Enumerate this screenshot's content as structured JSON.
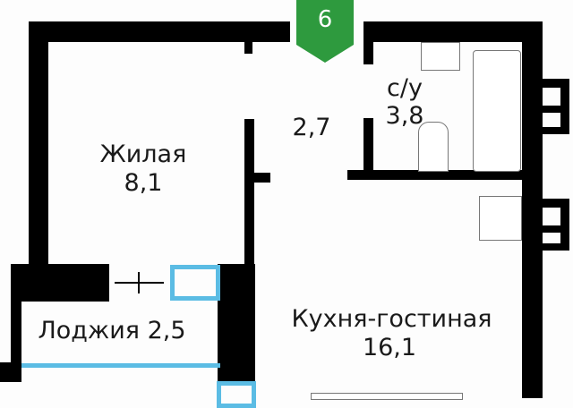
{
  "floor_plan": {
    "section_badge": {
      "label": "6",
      "color": "#2e9a3e"
    },
    "rooms": [
      {
        "id": "living",
        "name": "Жилая",
        "area": "8,1"
      },
      {
        "id": "hall",
        "name": "",
        "area": "2,7"
      },
      {
        "id": "bathroom",
        "name": "с/у",
        "area": "3,8"
      },
      {
        "id": "loggia",
        "name": "Лоджия 2,5",
        "area": ""
      },
      {
        "id": "kitchen-living",
        "name": "Кухня-гостиная",
        "area": "16,1"
      }
    ],
    "colors": {
      "wall": "#000000",
      "window": "#5bbce4",
      "background": "#fdfdfd"
    }
  }
}
